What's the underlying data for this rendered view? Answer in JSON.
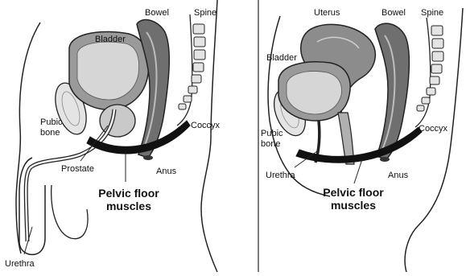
{
  "male": {
    "labels": {
      "bladder": "Bladder",
      "bowel": "Bowel",
      "spine": "Spine",
      "pubic_bone": "Pubic\nbone",
      "coccyx": "Coccyx",
      "prostate": "Prostate",
      "anus": "Anus",
      "pelvic_floor_line1": "Pelvic floor",
      "pelvic_floor_line2": "muscles",
      "urethra": "Urethra"
    }
  },
  "female": {
    "labels": {
      "uterus": "Uterus",
      "bowel": "Bowel",
      "spine": "Spine",
      "bladder": "Bladder",
      "pubic_bone": "Pubic\nbone",
      "coccyx": "Coccyx",
      "urethra": "Urethra",
      "anus": "Anus",
      "pelvic_floor_line1": "Pelvic floor",
      "pelvic_floor_line2": "muscles"
    }
  },
  "colors": {
    "outline": "#222222",
    "bladder_fill": "#9a9a9a",
    "bladder_inner": "#d6d6d6",
    "bowel_fill": "#6f6f6f",
    "bone_fill": "#e4e4e4",
    "muscle_fill": "#111111",
    "uterus_fill": "#8c8c8c"
  }
}
